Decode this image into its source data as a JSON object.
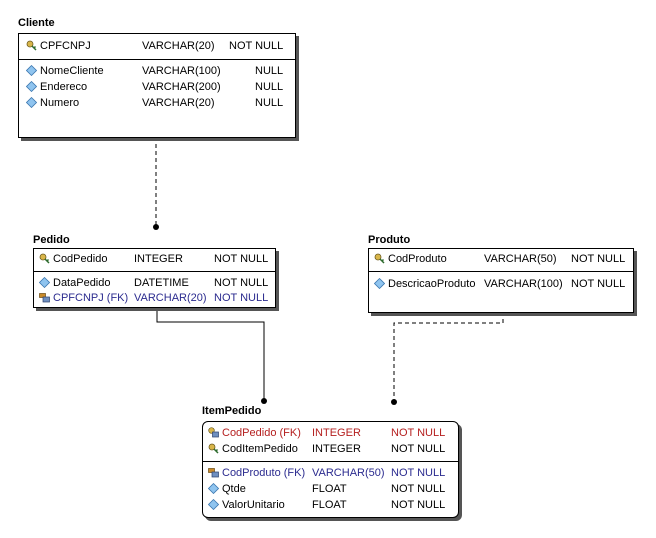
{
  "entities": {
    "cliente": {
      "name": "Cliente",
      "pk": [
        {
          "col": "CPFCNPJ",
          "type": "VARCHAR(20)",
          "nullability": "NOT NULL",
          "icon": "key-icon"
        }
      ],
      "attrs": [
        {
          "col": "NomeCliente",
          "type": "VARCHAR(100)",
          "nullability": "NULL",
          "icon": "attribute-diamond-icon"
        },
        {
          "col": "Endereco",
          "type": "VARCHAR(200)",
          "nullability": "NULL",
          "icon": "attribute-diamond-icon"
        },
        {
          "col": "Numero",
          "type": "VARCHAR(20)",
          "nullability": "NULL",
          "icon": "attribute-diamond-icon"
        }
      ]
    },
    "pedido": {
      "name": "Pedido",
      "pk": [
        {
          "col": "CodPedido",
          "type": "INTEGER",
          "nullability": "NOT NULL",
          "icon": "key-icon"
        }
      ],
      "attrs": [
        {
          "col": "DataPedido",
          "type": "DATETIME",
          "nullability": "NOT NULL",
          "icon": "attribute-diamond-icon"
        },
        {
          "col": "CPFCNPJ (FK)",
          "type": "VARCHAR(20)",
          "nullability": "NOT NULL",
          "icon": "foreign-key-icon"
        }
      ]
    },
    "produto": {
      "name": "Produto",
      "pk": [
        {
          "col": "CodProduto",
          "type": "VARCHAR(50)",
          "nullability": "NOT NULL",
          "icon": "key-icon"
        }
      ],
      "attrs": [
        {
          "col": "DescricaoProduto",
          "type": "VARCHAR(100)",
          "nullability": "NOT NULL",
          "icon": "attribute-diamond-icon"
        }
      ]
    },
    "itempedido": {
      "name": "ItemPedido",
      "pk": [
        {
          "col": "CodPedido (FK)",
          "type": "INTEGER",
          "nullability": "NOT NULL",
          "icon": "key-foreign-key-icon"
        },
        {
          "col": "CodItemPedido",
          "type": "INTEGER",
          "nullability": "NOT NULL",
          "icon": "key-icon"
        }
      ],
      "attrs": [
        {
          "col": "CodProduto (FK)",
          "type": "VARCHAR(50)",
          "nullability": "NOT NULL",
          "icon": "foreign-key-icon"
        },
        {
          "col": "Qtde",
          "type": "FLOAT",
          "nullability": "NOT NULL",
          "icon": "attribute-diamond-icon"
        },
        {
          "col": "ValorUnitario",
          "type": "FLOAT",
          "nullability": "NOT NULL",
          "icon": "attribute-diamond-icon"
        }
      ]
    }
  },
  "relationships": [
    {
      "from": "Cliente",
      "to": "Pedido",
      "style": "dashed",
      "end": "dot"
    },
    {
      "from": "Pedido",
      "to": "ItemPedido",
      "style": "solid",
      "end": "dot"
    },
    {
      "from": "Produto",
      "to": "ItemPedido",
      "style": "dashed",
      "end": "dot"
    }
  ],
  "colors": {
    "fk_text": "#2b2b8f",
    "pkfk_text": "#b52020",
    "shadow": "#555555"
  }
}
